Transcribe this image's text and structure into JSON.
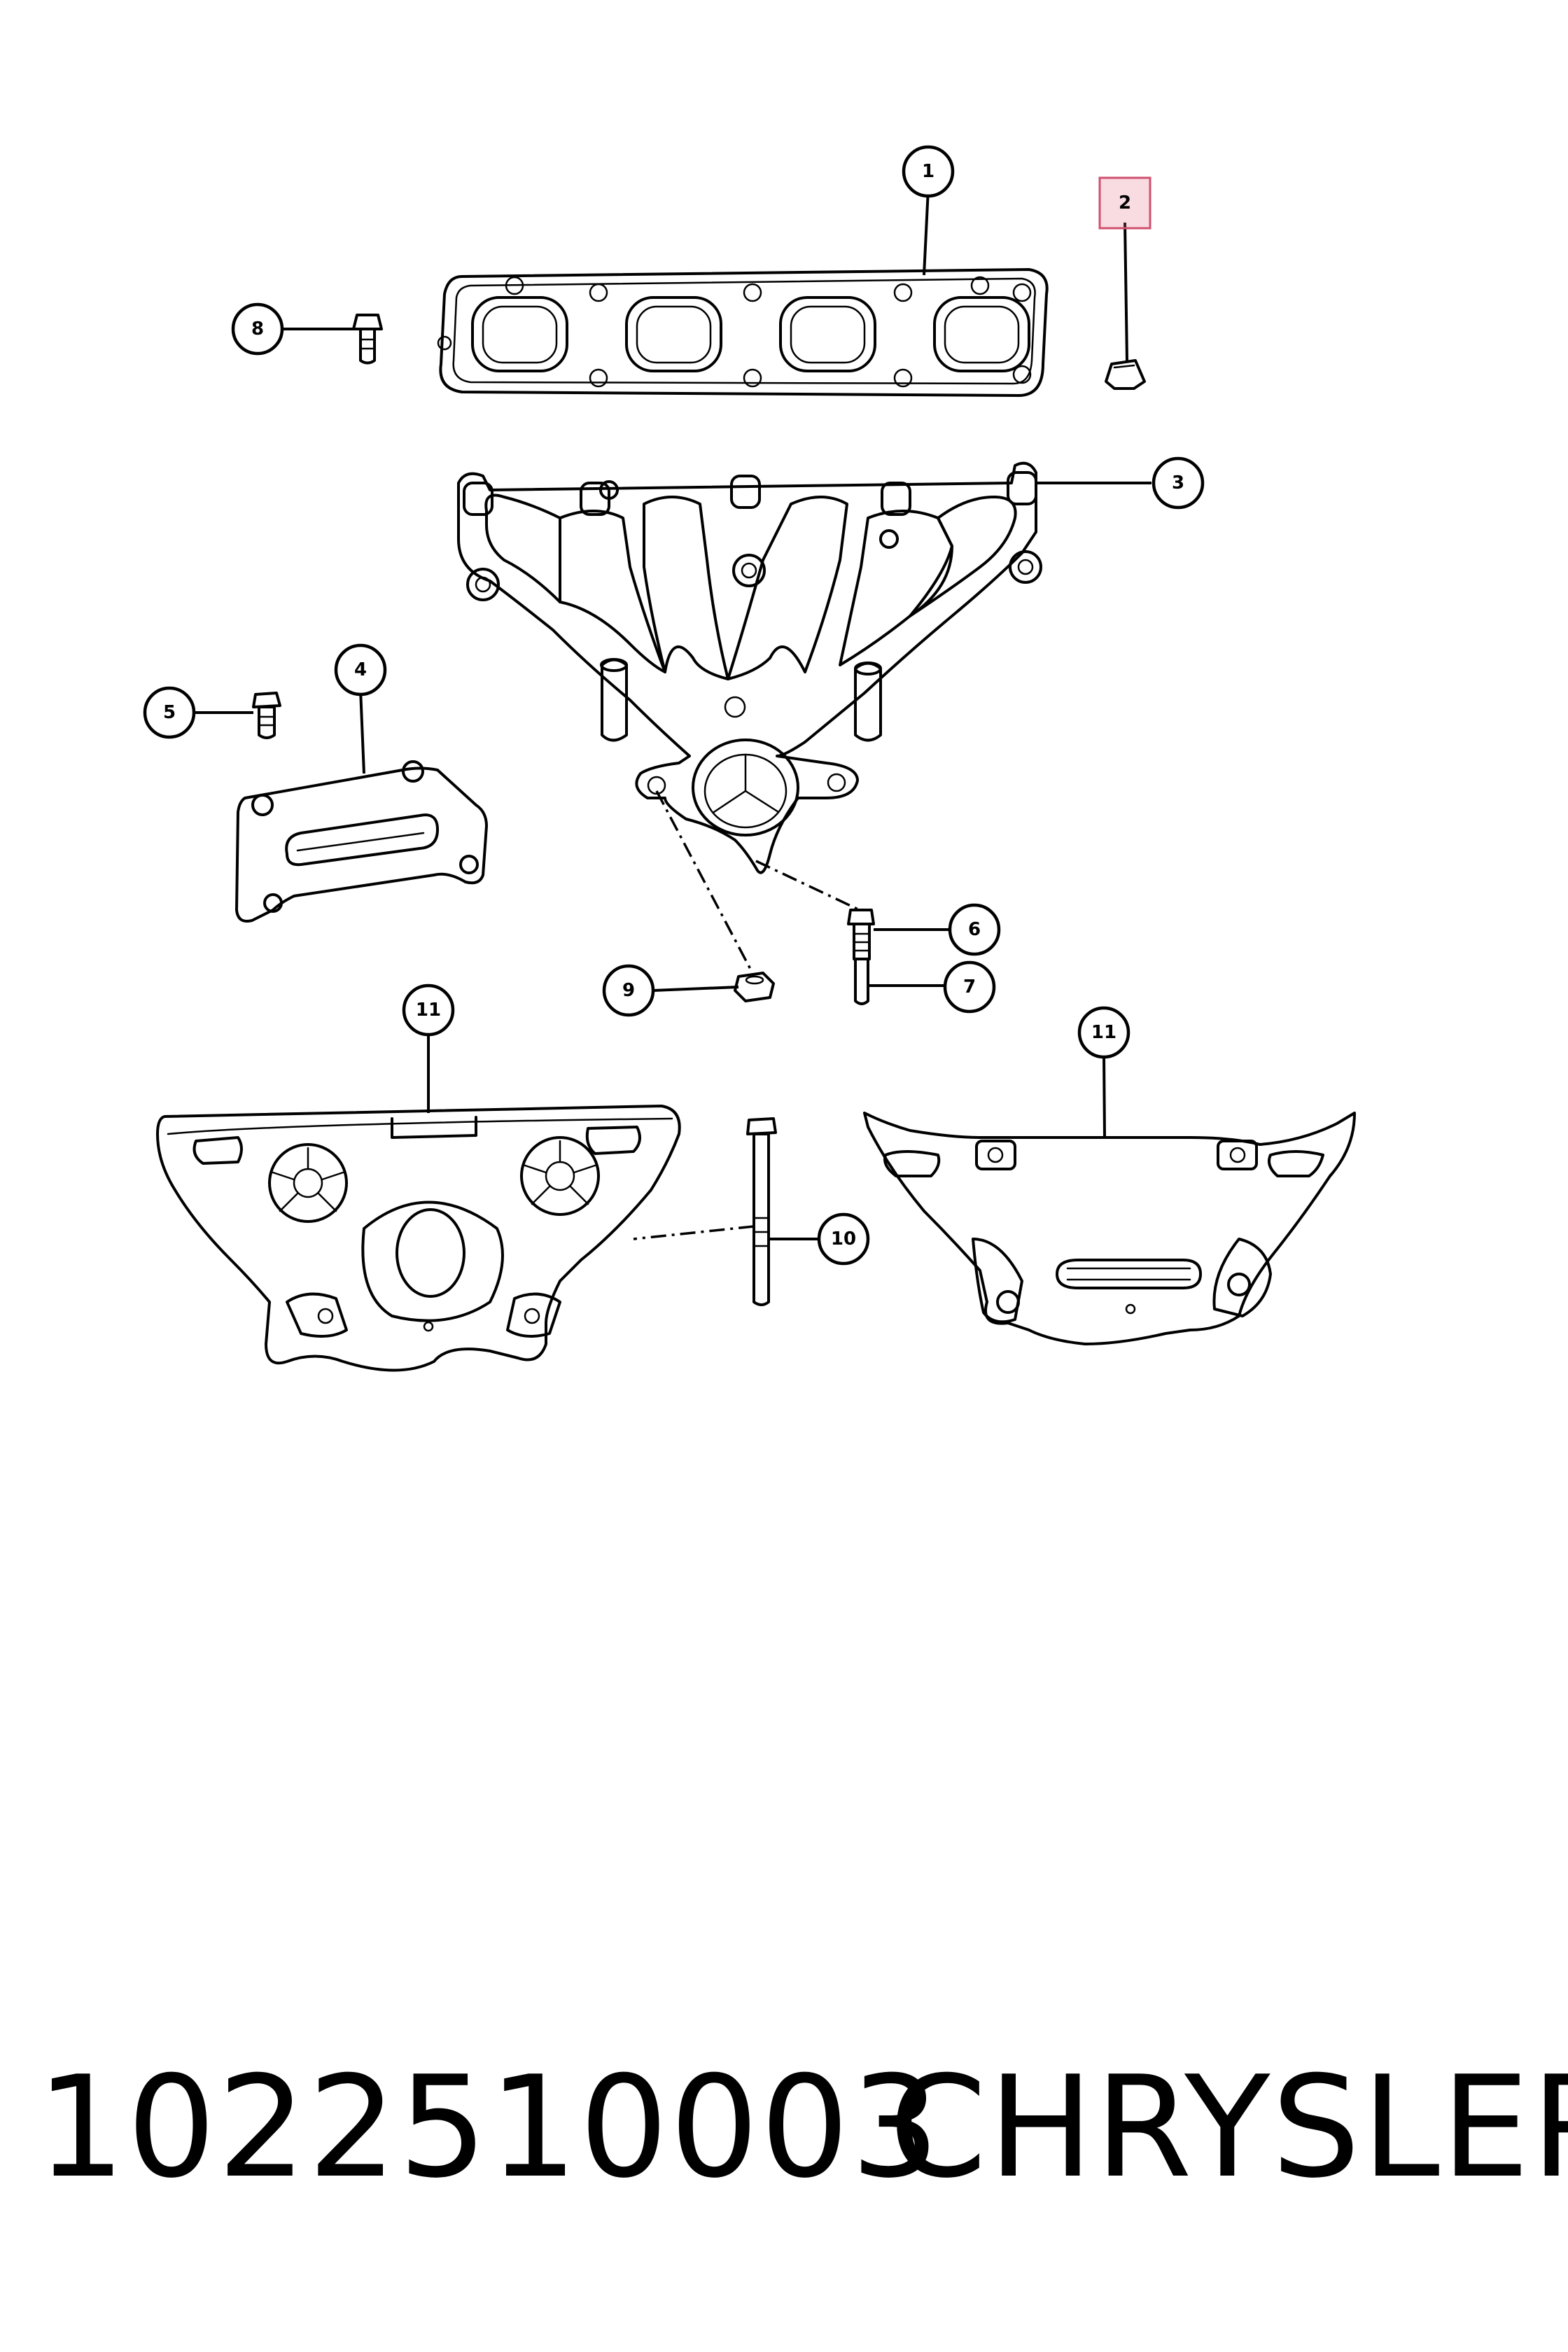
{
  "callouts": [
    {
      "id": "c1",
      "label": "1",
      "highlighted": false
    },
    {
      "id": "c2",
      "label": "2",
      "highlighted": true
    },
    {
      "id": "c3",
      "label": "3",
      "highlighted": false
    },
    {
      "id": "c4",
      "label": "4",
      "highlighted": false
    },
    {
      "id": "c5",
      "label": "5",
      "highlighted": false
    },
    {
      "id": "c6",
      "label": "6",
      "highlighted": false
    },
    {
      "id": "c7",
      "label": "7",
      "highlighted": false
    },
    {
      "id": "c8",
      "label": "8",
      "highlighted": false
    },
    {
      "id": "c9",
      "label": "9",
      "highlighted": false
    },
    {
      "id": "c10",
      "label": "10",
      "highlighted": false
    },
    {
      "id": "c11a",
      "label": "11",
      "highlighted": false
    },
    {
      "id": "c11b",
      "label": "11",
      "highlighted": false
    }
  ],
  "footer": {
    "part_number": "1022510003",
    "brand": "CHRYSLER"
  },
  "colors": {
    "highlight": "#e8708c",
    "line": "#000000",
    "background": "#ffffff"
  }
}
